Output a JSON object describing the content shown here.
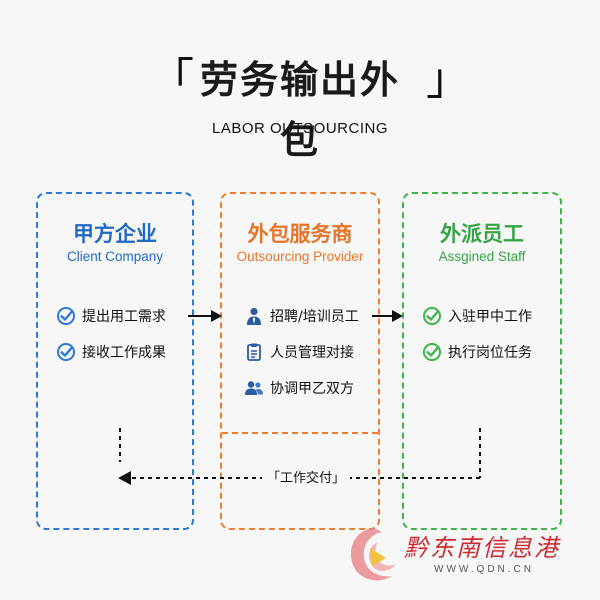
{
  "header": {
    "bracket_left": "「",
    "title": "劳务输出外包",
    "bracket_right": "」",
    "subtitle": "LABOR OUTSOURCING"
  },
  "client": {
    "title": "甲方企业",
    "subtitle": "Client Company",
    "color": "#2d7ad6",
    "items": [
      {
        "icon": "check-circle-icon",
        "label": "提出用工需求"
      },
      {
        "icon": "check-circle-icon",
        "label": "接收工作成果"
      }
    ]
  },
  "provider": {
    "title": "外包服务商",
    "subtitle": "Outsourcing Provider",
    "color": "#f07d2e",
    "items": [
      {
        "icon": "recruiter-person-icon",
        "label": "招聘/培训员工"
      },
      {
        "icon": "clipboard-icon",
        "label": "人员管理对接"
      },
      {
        "icon": "people-group-icon",
        "label": "协调甲乙双方"
      }
    ]
  },
  "staff": {
    "title": "外派员工",
    "subtitle": "Assgined Staff",
    "color": "#3fb44a",
    "items": [
      {
        "icon": "check-circle-icon",
        "label": "入驻甲中工作"
      },
      {
        "icon": "check-circle-icon",
        "label": "执行岗位任务"
      }
    ]
  },
  "flow": {
    "deliver_label": "「工作交付」"
  },
  "watermark": {
    "name": "黔东南信息港",
    "url": "WWW.QDN.CN",
    "logo_icon": "qdn-logo-icon"
  }
}
